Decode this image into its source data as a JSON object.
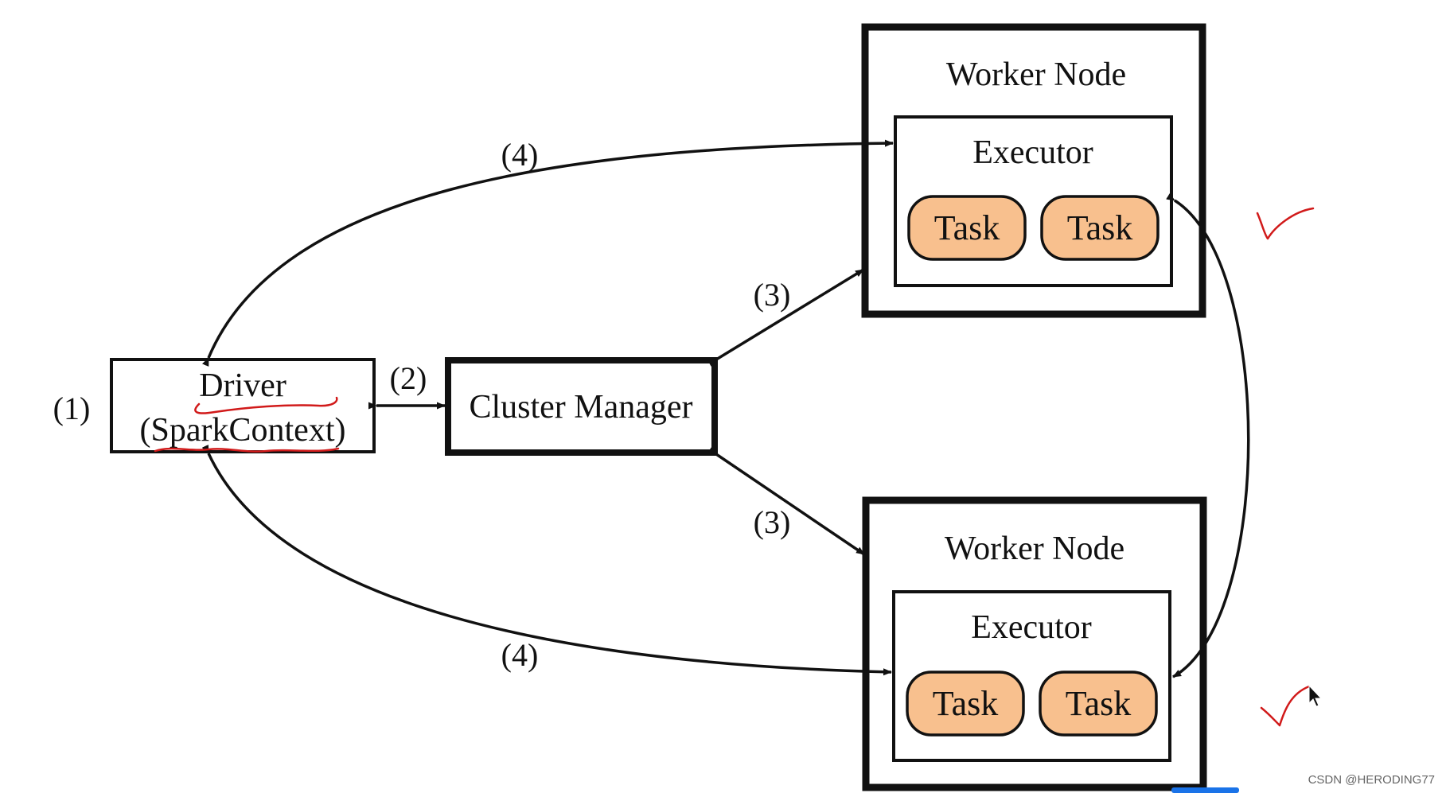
{
  "driver": {
    "line1": "Driver",
    "line2": "(SparkContext)"
  },
  "cluster_manager": {
    "label": "Cluster Manager"
  },
  "worker_nodes": [
    {
      "title": "Worker Node",
      "executor": {
        "title": "Executor",
        "tasks": [
          "Task",
          "Task"
        ]
      }
    },
    {
      "title": "Worker Node",
      "executor": {
        "title": "Executor",
        "tasks": [
          "Task",
          "Task"
        ]
      }
    }
  ],
  "step_labels": {
    "step1": "(1)",
    "step2": "(2)",
    "step3_top": "(3)",
    "step3_bottom": "(3)",
    "step4_top": "(4)",
    "step4_bottom": "(4)"
  },
  "watermark": "CSDN @HERODING77",
  "colors": {
    "task_fill": "#f8c08e",
    "ink_annotation": "#d11a1a",
    "bottom_bar": "#1a73e8"
  }
}
